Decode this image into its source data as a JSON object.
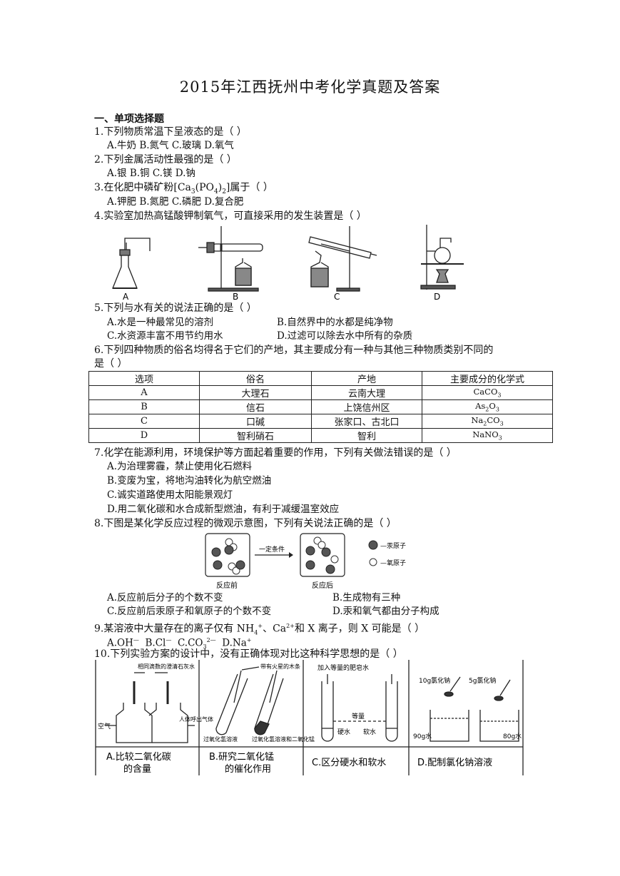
{
  "title": "2015年江西抚州中考化学真题及答案",
  "section": "一、单项选择题",
  "q1": {
    "stem": "1.下列物质常温下呈液态的是（        ）",
    "options": "A.牛奶  B.氮气  C.玻璃  D.氧气"
  },
  "q2": {
    "stem": "2.下列金属活动性最强的是（        ）",
    "options": "A.银   B.铜   C.镁   D.钠"
  },
  "q3": {
    "stem_pre": "3.在化肥中磷矿粉[Ca",
    "sub1": "3",
    "mid": "(PO",
    "sub2": "4",
    "mid2": ")",
    "sub3": "2",
    "stem_post": "]属于（        ）",
    "options": "A.钾肥   B.氮肥   C.磷肥   D.复合肥"
  },
  "q4": {
    "stem": "4.实验室加热高锰酸钾制氧气，可直接采用的发生装置是（      ）",
    "labels": [
      "A",
      "B",
      "C",
      "D"
    ]
  },
  "q5": {
    "stem": "5.下列与水有关的说法正确的是（          ）",
    "a": "A.水是一种最常见的溶剂",
    "b": "B.自然界中的水都是纯净物",
    "c": "C.水资源丰富不用节约用水",
    "d": "D.过滤可以除去水中所有的杂质"
  },
  "q6": {
    "stem1": "6.下列四种物质的俗名均得名于它们的产地，其主要成分有一种与其他三种物质类别不同的",
    "stem2": "是（          ）",
    "headers": [
      "选项",
      "俗名",
      "产地",
      "主要成分的化学式"
    ],
    "rows": [
      {
        "opt": "A",
        "name": "大理石",
        "place": "云南大理",
        "f1": "CaCO",
        "s1": "3",
        "f2": "",
        "s2": ""
      },
      {
        "opt": "B",
        "name": "信石",
        "place": "上饶信州区",
        "f1": "As",
        "s1": "2",
        "f2": "O",
        "s2": "3"
      },
      {
        "opt": "C",
        "name": "口碱",
        "place": "张家口、古北口",
        "f1": "Na",
        "s1": "2",
        "f2": "CO",
        "s2": "3"
      },
      {
        "opt": "D",
        "name": "智利硝石",
        "place": "智利",
        "f1": "NaNO",
        "s1": "3",
        "f2": "",
        "s2": ""
      }
    ]
  },
  "q7": {
    "stem": "7.化学在能源利用，环境保护等方面起着重要的作用，下列有关做法错误的是（        ）",
    "a": "A.为治理雾霾，禁止使用化石燃料",
    "b": "B.变废为宝，将地沟油转化为航空燃油",
    "c": "C.诚实道路使用太阳能景观灯",
    "d": "D.用二氧化碳和水合成新型燃油，有利于减缓温室效应"
  },
  "q8": {
    "stem": "8.下图是某化学反应过程的微观示意图，下列有关说法正确的是（        ）",
    "arrow_label": "一定条件",
    "before": "反应前",
    "after": "反应后",
    "legend_hg": "—汞原子",
    "legend_o": "—氧原子",
    "a": "A.反应前后分子的个数不变",
    "b": "B.生成物有三种",
    "c": "C.反应前后汞原子和氧原子的个数不变",
    "d": "D.汞和氧气都由分子构成"
  },
  "q9": {
    "stem_pre": "9.某溶液中大量存在的离子仅有 NH",
    "nh_sub": "4",
    "nh_sup": "+",
    "mid": "、Ca",
    "ca_sup": "2+",
    "stem_post": "和 X 离子，则 X 可能是（        ）",
    "a": "A.OH",
    "a_sup": "—",
    "b": "B.Cl",
    "b_sup": "—",
    "c": "C.CO",
    "c_sub": "3",
    "c_sup": "2—",
    "d": "D.Na",
    "d_sup": "+"
  },
  "q10": {
    "stem": "10.下列实验方案的设计中，没有正确体现对比这种科学思想的是（          ）",
    "pa": {
      "drop": "相同滴数的澄清石灰水",
      "air": "空气",
      "breath": "人体呼出气体",
      "caption1": "A.比较二氧化碳",
      "caption2": "的含量"
    },
    "pb": {
      "stick": "带有火星的木条",
      "left": "过氧化氢溶液",
      "right": "过氧化氢溶液和二氧化锰",
      "caption1": "B.研究二氧化锰",
      "caption2": "的催化作用"
    },
    "pc": {
      "top": "加入等量的肥皂水",
      "equal": "等量",
      "hard": "硬水",
      "soft": "软水",
      "caption": "C.区分硬水和软水"
    },
    "pd": {
      "salt1": "10g氯化钠",
      "salt2": "5g氯化钠",
      "w1": "90g水",
      "w2": "80g水",
      "caption": "D.配制氯化钠溶液"
    }
  }
}
